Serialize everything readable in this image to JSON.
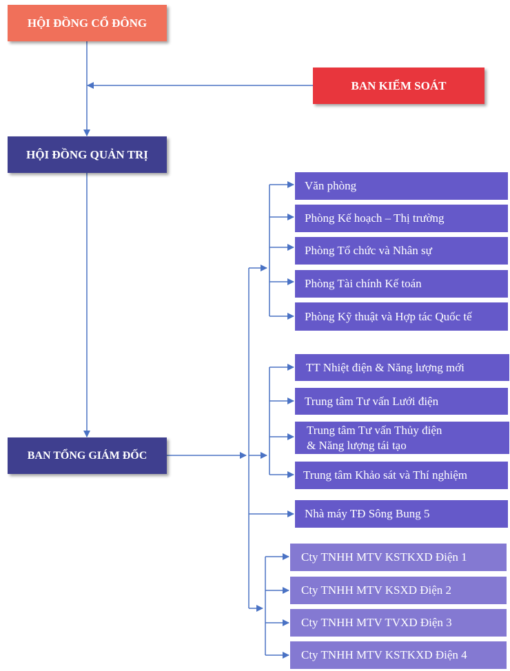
{
  "colors": {
    "shareholders": "#f0705a",
    "supervisory": "#e8363d",
    "board": "#3f3f8f",
    "department": "#6559c9",
    "subsidiary": "#8479d2",
    "line": "#4a72c4"
  },
  "top": {
    "shareholders": "HỘI ĐỒNG CỔ ĐÔNG",
    "supervisory": "BAN KIỂM SOÁT",
    "board": "HỘI ĐỒNG QUẢN TRỊ",
    "ceo": "BAN TỔNG GIÁM ĐỐC"
  },
  "departments": [
    "Văn phòng",
    "Phòng Kế hoạch – Thị trường",
    "Phòng Tổ chức và Nhân sự",
    "Phòng Tài chính Kế toán",
    "Phòng Kỹ thuật và Hợp tác Quốc tế"
  ],
  "centers": [
    {
      "line1": "TT Nhiệt điện & Năng lượng mới"
    },
    {
      "line1": "Trung tâm Tư vấn Lưới điện"
    },
    {
      "line1": "Trung tâm Tư vấn Thủy điện",
      "line2": "& Năng lượng tái tạo"
    },
    {
      "line1": "Trung tâm Khảo sát và Thí nghiệm"
    }
  ],
  "plant": "Nhà máy TĐ Sông Bung 5",
  "subsidiaries": [
    "Cty TNHH MTV KSTKXD Điện 1",
    "Cty TNHH MTV KSXD Điện 2",
    "Cty TNHH MTV TVXD Điện 3",
    "Cty TNHH MTV KSTKXD Điện 4"
  ]
}
